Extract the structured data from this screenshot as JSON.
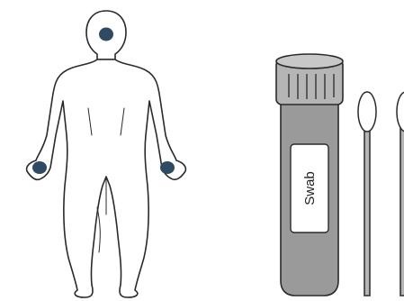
{
  "tube": {
    "label": "Swab"
  },
  "colors": {
    "outline": "#2a2a2a",
    "site_marker": "#2f4a63",
    "tube_body": "#9a9a9a",
    "tube_cap": "#b5b5b5",
    "label_bg": "#ffffff"
  },
  "icons": [
    "human-body-outline",
    "swab-tube",
    "swab-stick"
  ]
}
